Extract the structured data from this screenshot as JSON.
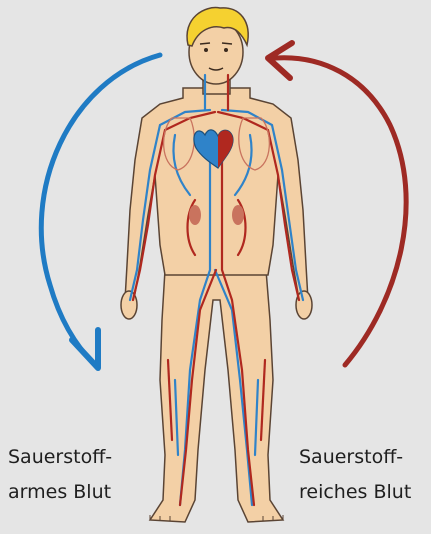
{
  "labels": {
    "deoxygenated": {
      "line1": "Sauerstoff-",
      "line2": "armes Blut"
    },
    "oxygenated": {
      "line1": "Sauerstoff-",
      "line2": "reiches Blut"
    }
  },
  "colors": {
    "background": "#e5e5e5",
    "deoxygenated_arrow": "#1f7bc4",
    "oxygenated_arrow": "#9e2a24",
    "skin": "#f3d0a6",
    "hair": "#f5d130",
    "vein": "#2f83c9",
    "artery": "#b0281f"
  }
}
